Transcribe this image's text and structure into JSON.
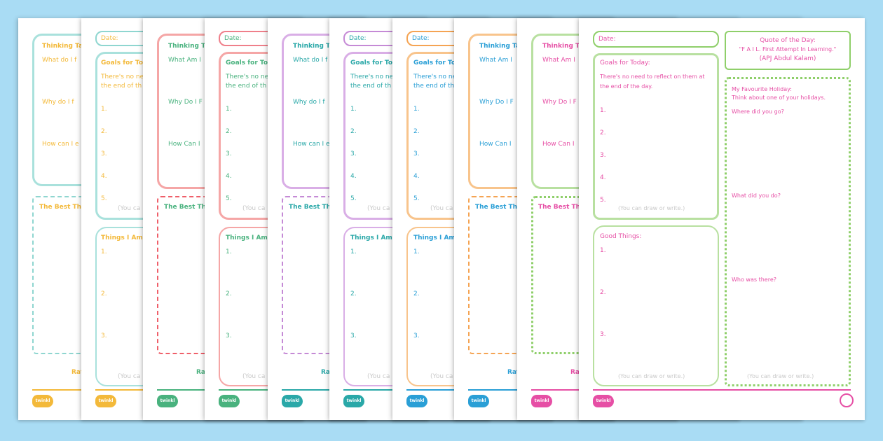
{
  "labels": {
    "date": "Date:",
    "thinking_title": "Thinking Ta",
    "thinking_title_b": "Thinking T",
    "what_q": "What do I f",
    "what_q_caps": "What Am I",
    "why_q": "Why do I f",
    "why_q_caps": "Why Do I F",
    "how_q": "How can I e",
    "how_q_caps": "How Can I",
    "goals_title_short": "Goals for Tod",
    "goals_title_full": "Goals for Today:",
    "goals_note_short_1": "There's no nee",
    "goals_note_short_2": "the end of th",
    "goals_note_full_1": "There's no need to reflect on them at",
    "goals_note_full_2": "the end of the day.",
    "n1": "1.",
    "n2": "2.",
    "n3": "3.",
    "n4": "4.",
    "n5": "5.",
    "draw_short": "(You ca",
    "draw_full": "(You can draw or write.)",
    "best_thing": "The Best Thin",
    "things_am": "Things I Am",
    "rate": "Rat",
    "good_things": "Good Things:"
  },
  "front": {
    "quote_title": "Quote of the Day:",
    "quote_body": "\"F A I L. First Attempt In Learning.\"",
    "quote_author": "(APJ Abdul Kalam)",
    "holiday_title": "My Favourite Holiday:",
    "holiday_sub": "Think about one of your holidays.",
    "q_where": "Where did you go?",
    "q_what": "What did you do?",
    "q_who": "Who was there?",
    "logo_text": "twinkl"
  },
  "colors": {
    "background": "#a9dcf4",
    "sheets": [
      "#8fd6d0",
      "#f3b93a",
      "#f0888a",
      "#ef7f8a",
      "#c58ad6",
      "#c58ad6",
      "#f5a453",
      "#52b8e4",
      "#8fcf6a",
      "#8fcf6a"
    ],
    "front_green": "#8fcf6a",
    "front_pink": "#e64fa5"
  }
}
